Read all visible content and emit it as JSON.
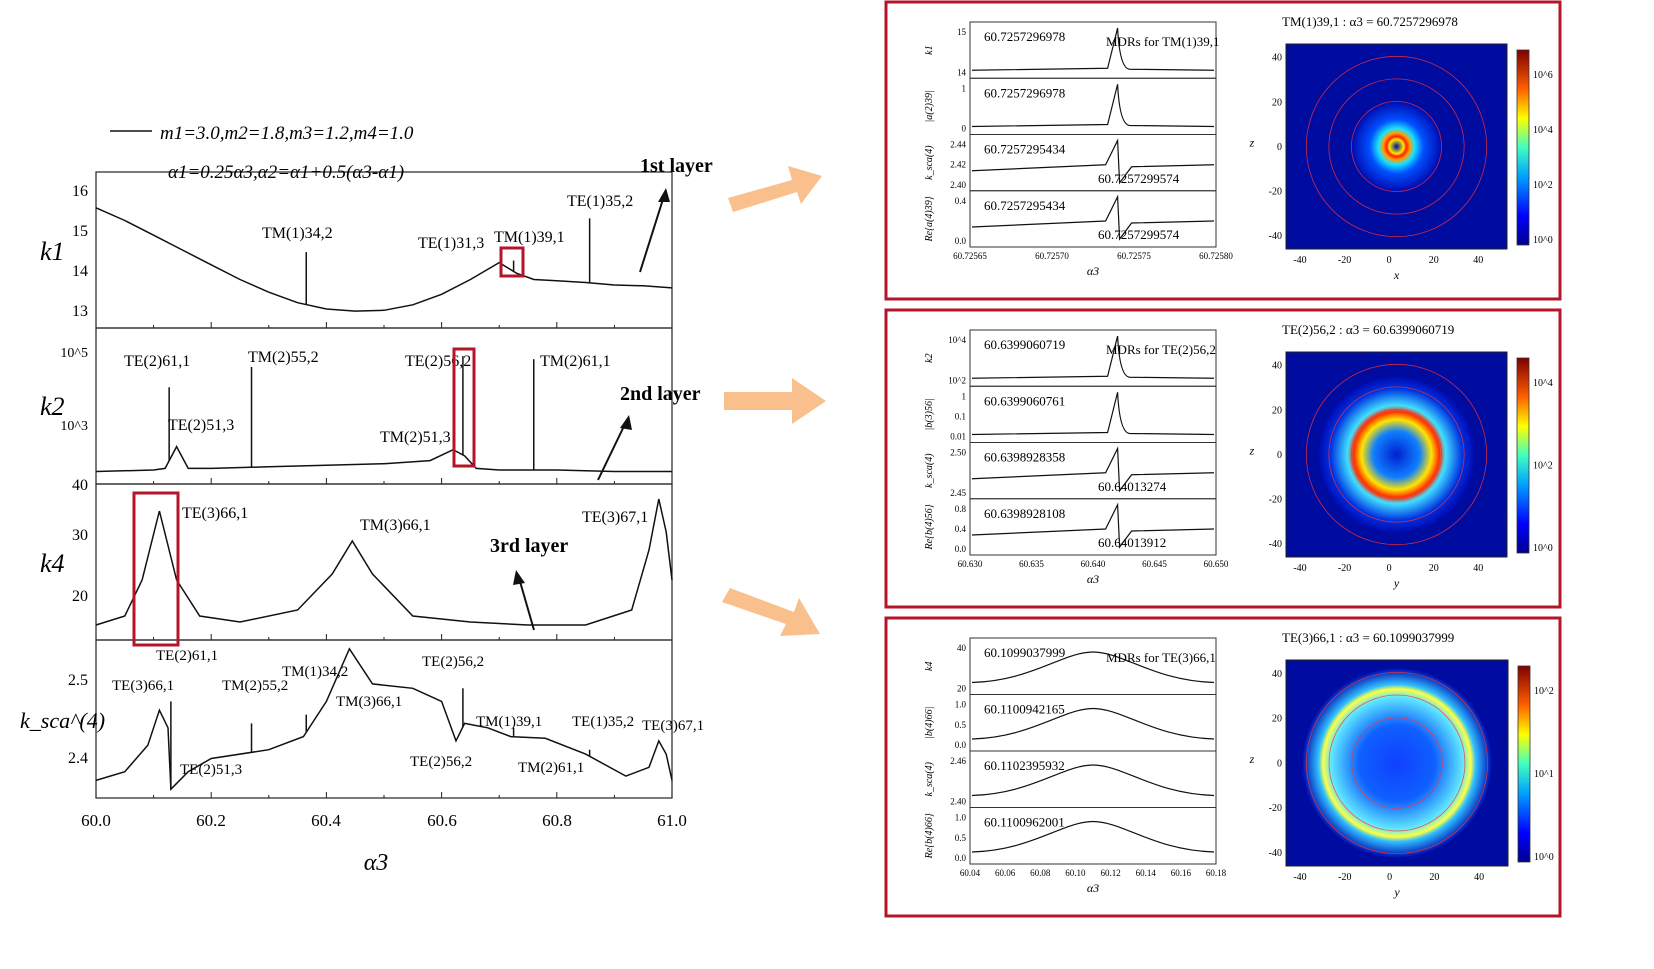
{
  "legend": {
    "line_label": "m1=3.0,m2=1.8,m3=1.2,m4=1.0",
    "condition_label": "α1=0.25α3,α2=α1+0.5(α3-α1)"
  },
  "layer_labels": [
    "1st layer",
    "2nd layer",
    "3rd layer"
  ],
  "colors": {
    "line": "#111111",
    "highlight": "#b3162a",
    "arrow": "#f9c08e"
  },
  "left_xaxis": {
    "label": "α3",
    "ticks": [
      "60.0",
      "60.2",
      "60.4",
      "60.6",
      "60.8",
      "61.0"
    ]
  },
  "panels_left": {
    "k1": {
      "ylabel": "k1",
      "ticks": [
        "13",
        "14",
        "15",
        "16"
      ]
    },
    "k2": {
      "ylabel": "k2",
      "ticks": [
        "10^5",
        "10^3",
        "40"
      ]
    },
    "k4": {
      "ylabel": "k4",
      "ticks": [
        "20",
        "30"
      ]
    },
    "ksca": {
      "ylabel": "k_sca^(4)",
      "ticks": [
        "2.4",
        "2.5"
      ]
    }
  },
  "mode_labels": {
    "k1": [
      "TM(1)34,2",
      "TE(1)31,3",
      "TM(1)39,1",
      "TE(1)35,2"
    ],
    "k2": [
      "TE(2)61,1",
      "TE(2)51,3",
      "TM(2)55,2",
      "TM(2)51,3",
      "TE(2)56,2",
      "TM(2)61,1"
    ],
    "k4": [
      "TE(3)66,1",
      "TM(3)66,1",
      "TE(3)67,1"
    ],
    "ksca": [
      "TE(3)66,1",
      "TE(2)61,1",
      "TM(2)55,2",
      "TM(1)34,2",
      "TM(3)66,1",
      "TE(2)56,2",
      "TM(1)39,1",
      "TE(1)35,2",
      "TE(3)67,1",
      "TE(2)51,3",
      "TE(2)56,2",
      "TM(2)61,1"
    ]
  },
  "insets": [
    {
      "title": "MDRs for TM(1)39,1",
      "field_title": "TM(1)39,1 : α3 = 60.7257296978",
      "field_xlabel": "x",
      "field_ylabel": "z",
      "colorbar": [
        "10^6",
        "10^4",
        "10^2",
        "10^0"
      ],
      "xticks": [
        "60.72565",
        "60.72570",
        "60.72575",
        "60.72580"
      ],
      "xlabel": "α3",
      "rows": [
        {
          "ylabel": "k1",
          "value": "60.7257296978",
          "yticks": [
            "15",
            "14"
          ]
        },
        {
          "ylabel": "|a(2)39|",
          "value": "60.7257296978",
          "yticks": [
            "1",
            "0"
          ]
        },
        {
          "ylabel": "k_sca(4)",
          "value": "60.7257295434",
          "value2": "60.7257299574",
          "yticks": [
            "2.44",
            "2.42",
            "2.40"
          ]
        },
        {
          "ylabel": "Re{a(4)39}",
          "value": "60.7257295434",
          "value2": "60.7257299574",
          "yticks": [
            "0.4",
            "0.0"
          ]
        }
      ]
    },
    {
      "title": "MDRs for TE(2)56,2",
      "field_title": "TE(2)56,2 : α3 = 60.6399060719",
      "field_xlabel": "y",
      "field_ylabel": "z",
      "colorbar": [
        "10^4",
        "10^2",
        "10^0"
      ],
      "xticks": [
        "60.630",
        "60.635",
        "60.640",
        "60.645",
        "60.650"
      ],
      "xlabel": "α3",
      "rows": [
        {
          "ylabel": "k2",
          "value": "60.6399060719",
          "yticks": [
            "10^4",
            "10^2"
          ]
        },
        {
          "ylabel": "|b(3)56|",
          "value": "60.6399060761",
          "yticks": [
            "1",
            "0.1",
            "0.01"
          ]
        },
        {
          "ylabel": "k_sca(4)",
          "value": "60.6398928358",
          "value2": "60.64013274",
          "yticks": [
            "2.50",
            "2.45"
          ]
        },
        {
          "ylabel": "Re{b(4)56}",
          "value": "60.6398928108",
          "value2": "60.64013912",
          "yticks": [
            "0.8",
            "0.4",
            "0.0"
          ]
        }
      ]
    },
    {
      "title": "MDRs for TE(3)66,1",
      "field_title": "TE(3)66,1 : α3 = 60.1099037999",
      "field_xlabel": "y",
      "field_ylabel": "z",
      "colorbar": [
        "10^2",
        "10^1",
        "10^0"
      ],
      "xticks": [
        "60.04",
        "60.06",
        "60.08",
        "60.10",
        "60.12",
        "60.14",
        "60.16",
        "60.18"
      ],
      "xlabel": "α3",
      "rows": [
        {
          "ylabel": "k4",
          "value": "60.1099037999",
          "yticks": [
            "40",
            "20"
          ]
        },
        {
          "ylabel": "|b(4)66|",
          "value": "60.1100942165",
          "yticks": [
            "1.0",
            "0.5",
            "0.0"
          ]
        },
        {
          "ylabel": "k_sca(4)",
          "value": "60.1102395932",
          "yticks": [
            "2.46",
            "2.40"
          ]
        },
        {
          "ylabel": "Re{b(4)66}",
          "value": "60.1100962001",
          "yticks": [
            "1.0",
            "0.5",
            "0.0"
          ]
        }
      ]
    }
  ],
  "field_ticks": [
    "-40",
    "-20",
    "0",
    "20",
    "40"
  ],
  "chart_data": {
    "type": "line",
    "x_label": "α3",
    "x_range": [
      60.0,
      61.0
    ],
    "panels": [
      {
        "name": "k1",
        "ylim": [
          12.7,
          16.4
        ],
        "base": [
          [
            60.0,
            15.55
          ],
          [
            60.05,
            15.25
          ],
          [
            60.1,
            14.9
          ],
          [
            60.15,
            14.55
          ],
          [
            60.2,
            14.2
          ],
          [
            60.25,
            13.85
          ],
          [
            60.3,
            13.55
          ],
          [
            60.35,
            13.3
          ],
          [
            60.4,
            13.15
          ],
          [
            60.45,
            13.1
          ],
          [
            60.5,
            13.12
          ],
          [
            60.55,
            13.25
          ],
          [
            60.6,
            13.5
          ],
          [
            60.65,
            13.85
          ],
          [
            60.7,
            14.25
          ],
          [
            60.73,
            14.0
          ],
          [
            60.76,
            13.85
          ],
          [
            60.8,
            13.82
          ],
          [
            60.85,
            13.78
          ],
          [
            60.9,
            13.72
          ],
          [
            60.95,
            13.7
          ],
          [
            61.0,
            13.65
          ]
        ],
        "spikes": [
          [
            60.365,
            14.5
          ],
          [
            60.725,
            14.3
          ],
          [
            60.857,
            15.3
          ]
        ]
      },
      {
        "name": "k2",
        "ylim": [
          0,
          1
        ],
        "base": [
          [
            60.0,
            0.08
          ],
          [
            60.1,
            0.09
          ],
          [
            60.12,
            0.1
          ],
          [
            60.14,
            0.24
          ],
          [
            60.16,
            0.1
          ],
          [
            60.2,
            0.1
          ],
          [
            60.3,
            0.11
          ],
          [
            60.4,
            0.12
          ],
          [
            60.5,
            0.13
          ],
          [
            60.58,
            0.15
          ],
          [
            60.62,
            0.22
          ],
          [
            60.64,
            0.18
          ],
          [
            60.66,
            0.1
          ],
          [
            60.7,
            0.09
          ],
          [
            60.8,
            0.09
          ],
          [
            60.9,
            0.08
          ],
          [
            61.0,
            0.08
          ]
        ],
        "spikes": [
          [
            60.127,
            0.62
          ],
          [
            60.27,
            0.75
          ],
          [
            60.637,
            0.82
          ],
          [
            60.76,
            0.8
          ]
        ]
      },
      {
        "name": "k4",
        "ylim": [
          12,
          38
        ],
        "base": [
          [
            60.0,
            14.5
          ],
          [
            60.05,
            16
          ],
          [
            60.08,
            22
          ],
          [
            60.11,
            33.5
          ],
          [
            60.14,
            22
          ],
          [
            60.18,
            16
          ],
          [
            60.25,
            15
          ],
          [
            60.35,
            17
          ],
          [
            60.41,
            23
          ],
          [
            60.445,
            28.5
          ],
          [
            60.48,
            23
          ],
          [
            60.55,
            16
          ],
          [
            60.65,
            15
          ],
          [
            60.75,
            14.5
          ],
          [
            60.85,
            14.5
          ],
          [
            60.93,
            17
          ],
          [
            60.96,
            27
          ],
          [
            60.977,
            35.5
          ],
          [
            60.99,
            30
          ],
          [
            61.0,
            22
          ]
        ],
        "spikes": []
      },
      {
        "name": "ksca",
        "ylim": [
          2.36,
          2.54
        ],
        "base": [
          [
            60.0,
            2.38
          ],
          [
            60.05,
            2.39
          ],
          [
            60.09,
            2.42
          ],
          [
            60.11,
            2.46
          ],
          [
            60.125,
            2.44
          ],
          [
            60.13,
            2.37
          ],
          [
            60.16,
            2.39
          ],
          [
            60.2,
            2.405
          ],
          [
            60.3,
            2.415
          ],
          [
            60.36,
            2.43
          ],
          [
            60.4,
            2.47
          ],
          [
            60.44,
            2.53
          ],
          [
            60.48,
            2.49
          ],
          [
            60.55,
            2.485
          ],
          [
            60.6,
            2.47
          ],
          [
            60.625,
            2.425
          ],
          [
            60.64,
            2.445
          ],
          [
            60.68,
            2.44
          ],
          [
            60.72,
            2.43
          ],
          [
            60.78,
            2.428
          ],
          [
            60.85,
            2.41
          ],
          [
            60.92,
            2.385
          ],
          [
            60.96,
            2.395
          ],
          [
            60.977,
            2.425
          ],
          [
            60.99,
            2.41
          ],
          [
            61.0,
            2.38
          ]
        ],
        "spikes": [
          [
            60.13,
            2.47
          ],
          [
            60.27,
            2.445
          ],
          [
            60.365,
            2.455
          ],
          [
            60.637,
            2.485
          ],
          [
            60.725,
            2.44
          ],
          [
            60.857,
            2.415
          ]
        ]
      }
    ]
  }
}
